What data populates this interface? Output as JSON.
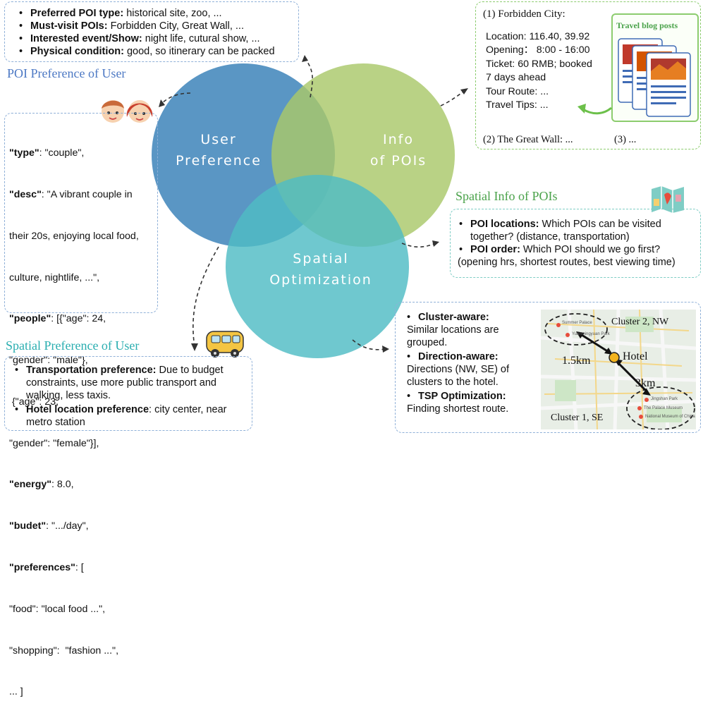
{
  "colors": {
    "blue": "#4e8ec0",
    "green": "#a9c86a",
    "teal": "#4fbcc4",
    "heading_blue": "#4d79c4",
    "heading_green": "#4aa24a",
    "heading_teal": "#2aaeb0"
  },
  "top_box": {
    "items": [
      {
        "label": "Preferred POI type:",
        "text": " historical site, zoo, ..."
      },
      {
        "label": "Must-visit POIs:",
        "text": " Forbidden City, Great Wall, ..."
      },
      {
        "label": "Interested event/Show:",
        "text": "  night life, cutural show, ..."
      },
      {
        "label": "Physical condition:",
        "text": " good, so itinerary can be packed"
      }
    ]
  },
  "headings": {
    "poi_pref": "POI Preference of User",
    "spatial_pref": "Spatial Preference of User",
    "spatial_info": "Spatial Info of POIs"
  },
  "user_json": [
    {
      "k": "\"type\"",
      "v": ": \"couple\","
    },
    {
      "k": "\"desc\"",
      "v": ": \"A vibrant couple in"
    },
    {
      "k": "",
      "v": "their 20s, enjoying local food,"
    },
    {
      "k": "",
      "v": "culture, nightlife, ...\","
    },
    {
      "k": "\"people\"",
      "v": ": [{\"age\": 24,"
    },
    {
      "k": "",
      "v": "\"gender\": \"male\"},"
    },
    {
      "k": "",
      "v": " {\"age\": 23,"
    },
    {
      "k": "",
      "v": "\"gender\": \"female\"}],"
    },
    {
      "k": "\"energy\"",
      "v": ": 8.0,"
    },
    {
      "k": "\"budet\"",
      "v": ": \".../day\","
    },
    {
      "k": "\"preferences\"",
      "v": ": ["
    },
    {
      "k": "",
      "v": "\"food\": \"local food ...\","
    },
    {
      "k": "",
      "v": "\"shopping\":  \"fashion ...\","
    },
    {
      "k": "",
      "v": "... ]"
    }
  ],
  "circles": {
    "user_line1": "User",
    "user_line2": "Preference",
    "info_line1": "Info",
    "info_line2": "of POIs",
    "spatial_line1": "Spatial",
    "spatial_line2": "Optimization"
  },
  "poi_info": {
    "title": "(1) Forbidden City:",
    "lines": [
      "Location: 116.40, 39.92",
      "Opening： 8:00 - 16:00",
      "Ticket: 60 RMB;  booked",
      "7 days ahead",
      "Tour Route: ...",
      "Travel Tips: ..."
    ],
    "footer1": "(2) The Great Wall: ...",
    "footer2": "(3) ...",
    "blog_label": "Travel blog posts"
  },
  "spatial_info": {
    "items": [
      {
        "label": "POI locations:",
        "text": " Which POIs can be visited"
      },
      {
        "label": "",
        "text": "together? (distance, transportation)",
        "continuation": true
      },
      {
        "label": "POI order:",
        "text": " Which POI should we go first?"
      },
      {
        "label": "",
        "text": "(opening hrs, shortest routes,  best viewing time)",
        "continuation": true
      }
    ]
  },
  "spatial_pref": {
    "items": [
      {
        "label": "Transportation preference:",
        "text": "  Due to budget constraints, use more public transport and walking, less taxis."
      },
      {
        "label": "Hotel location preference",
        "text": ": city center, near metro station"
      }
    ]
  },
  "cluster": {
    "items": [
      {
        "label": "Cluster-aware:",
        "text": "Similar locations are grouped."
      },
      {
        "label": "Direction-aware:",
        "text": "Directions (NW, SE) of clusters to the hotel."
      },
      {
        "label": "TSP Optimization:",
        "text": "Finding shortest route."
      }
    ],
    "map": {
      "cluster2": "Cluster 2, NW",
      "cluster1": "Cluster 1, SE",
      "hotel": "Hotel",
      "dist1": "1.5km",
      "dist2": "3km",
      "poi1": "The Palace Museum",
      "poi2": "National Museum of China",
      "poi3": "Jingshan Park",
      "poi4": "Yuanmingyuan Park",
      "poi5": "Summer Palace"
    }
  }
}
